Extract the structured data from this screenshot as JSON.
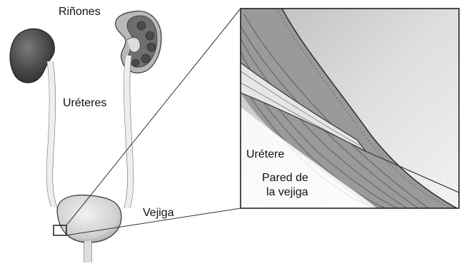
{
  "labels": {
    "kidneys": "Riñones",
    "ureters": "Uréteres",
    "bladder": "Vejiga",
    "inset_ureter": "Urétere",
    "inset_wall_line1": "Pared de",
    "inset_wall_line2": "la vejiga"
  },
  "colors": {
    "organ_dark": "#4a4a4a",
    "organ_mid": "#8c8c8c",
    "organ_light": "#d9d9d9",
    "inset_border": "#222222",
    "inset_bg": "#cfcfcf",
    "wall_stripes": "#7a7a7a"
  }
}
